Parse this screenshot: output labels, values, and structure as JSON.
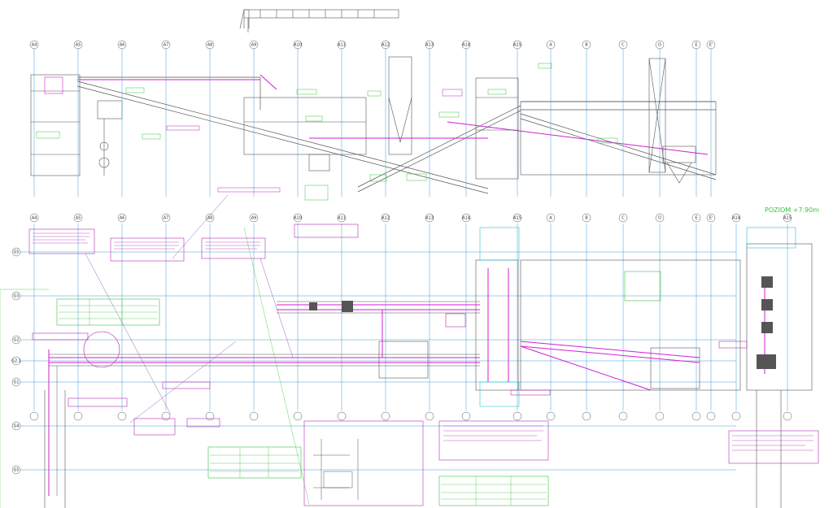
{
  "drawing": {
    "level_label": "POZIOM +7.90m",
    "axes_upper": [
      "A4",
      "A5",
      "A6",
      "A7",
      "A8",
      "A9",
      "A10",
      "A11",
      "A12",
      "A13",
      "A14",
      "A15",
      "A",
      "B",
      "C",
      "D",
      "E",
      "E'"
    ],
    "axes_lower": [
      "A4",
      "A5",
      "A6",
      "A7",
      "A8",
      "A9",
      "A10",
      "A11",
      "A12",
      "A13",
      "A14",
      "A15",
      "A",
      "B",
      "C",
      "D",
      "E",
      "E'",
      "A14",
      "A15"
    ],
    "rows_left": [
      "G5",
      "G3",
      "G2",
      "G2.1",
      "G1",
      "G4",
      "G5"
    ],
    "colors": {
      "grid": "#3a9ed6",
      "structure": "#555555",
      "conveyor": "#d21fd2",
      "note_green": "#39c43a",
      "note_magenta": "#b52cb5",
      "cyan": "#27c3d8"
    }
  }
}
